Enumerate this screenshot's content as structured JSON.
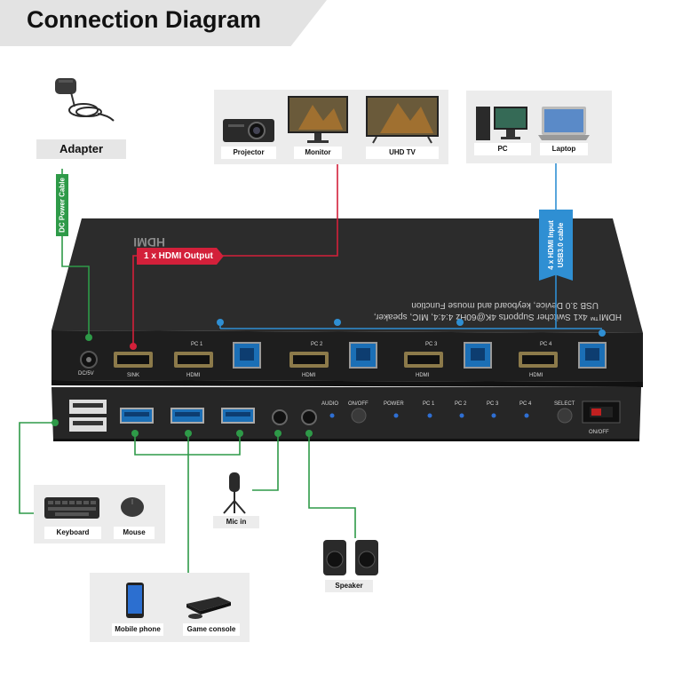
{
  "title": "Connection Diagram",
  "adapter": {
    "label": "Adapter"
  },
  "cables": {
    "dc_power": "DC Power Cable",
    "hdmi_output": "1 x HDMI Output",
    "hdmi_input_line1": "4 x HDMI Input",
    "hdmi_input_line2": "USB3.0 cable"
  },
  "outputs": {
    "projector": "Projector",
    "monitor": "Monitor",
    "uhd_tv": "UHD TV"
  },
  "inputs": {
    "pc": "PC",
    "laptop": "Laptop"
  },
  "peripherals": {
    "keyboard": "Keyboard",
    "mouse": "Mouse",
    "mic_in": "Mic in",
    "speaker": "Speaker",
    "mobile_phone": "Mobile phone",
    "game_console": "Game console"
  },
  "device": {
    "brand": "HDMI",
    "top_line1": "HDMI™ 4x1 Switcher Supports 4K@60Hz 4:4:4, MIC, speaker,",
    "top_line2": "USB 3.0 Device, keyboard and mouse Function",
    "rear": {
      "dc": "DC/5V",
      "sink": "SINK",
      "hdmi": "HDMI",
      "pc1": "PC 1",
      "pc2": "PC 2",
      "pc3": "PC 3",
      "pc4": "PC 4"
    },
    "front": {
      "audio": "AUDIO",
      "onoff": "ON/OFF",
      "power": "POWER",
      "pc1": "PC 1",
      "pc2": "PC 2",
      "pc3": "PC 3",
      "pc4": "PC 4",
      "select": "SELECT",
      "switch": "ON/OFF"
    }
  },
  "colors": {
    "power_wire": "#2e9a48",
    "output_wire": "#d3203a",
    "input_wire": "#2f8fd3",
    "peripheral_wire": "#2e9a48"
  }
}
